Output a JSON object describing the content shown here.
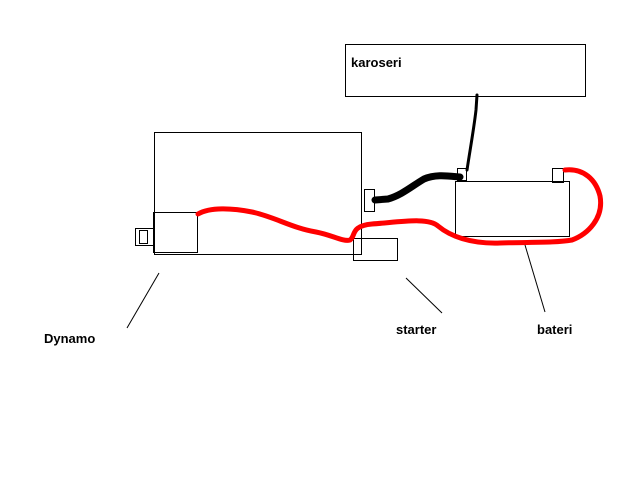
{
  "labels": {
    "body": "karoseri",
    "dynamo": "Dynamo",
    "starter": "starter",
    "battery": "bateri"
  },
  "colors": {
    "background": "#ffffff",
    "outline": "#000000",
    "positive_cable": "#ff0000",
    "ground_cable": "#000000"
  }
}
